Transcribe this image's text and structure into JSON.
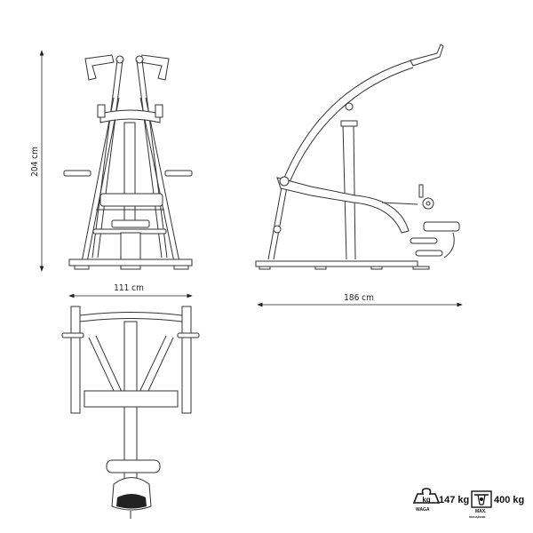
{
  "dimensions": {
    "height": "204 cm",
    "width": "111 cm",
    "length": "186 cm"
  },
  "specs": {
    "weight": {
      "icon": "kg",
      "value": "147 kg",
      "label": "WAGA"
    },
    "max_load": {
      "value": "400 kg",
      "label": "MAX.",
      "sublabel": "OBCIĄŻENIE"
    }
  }
}
